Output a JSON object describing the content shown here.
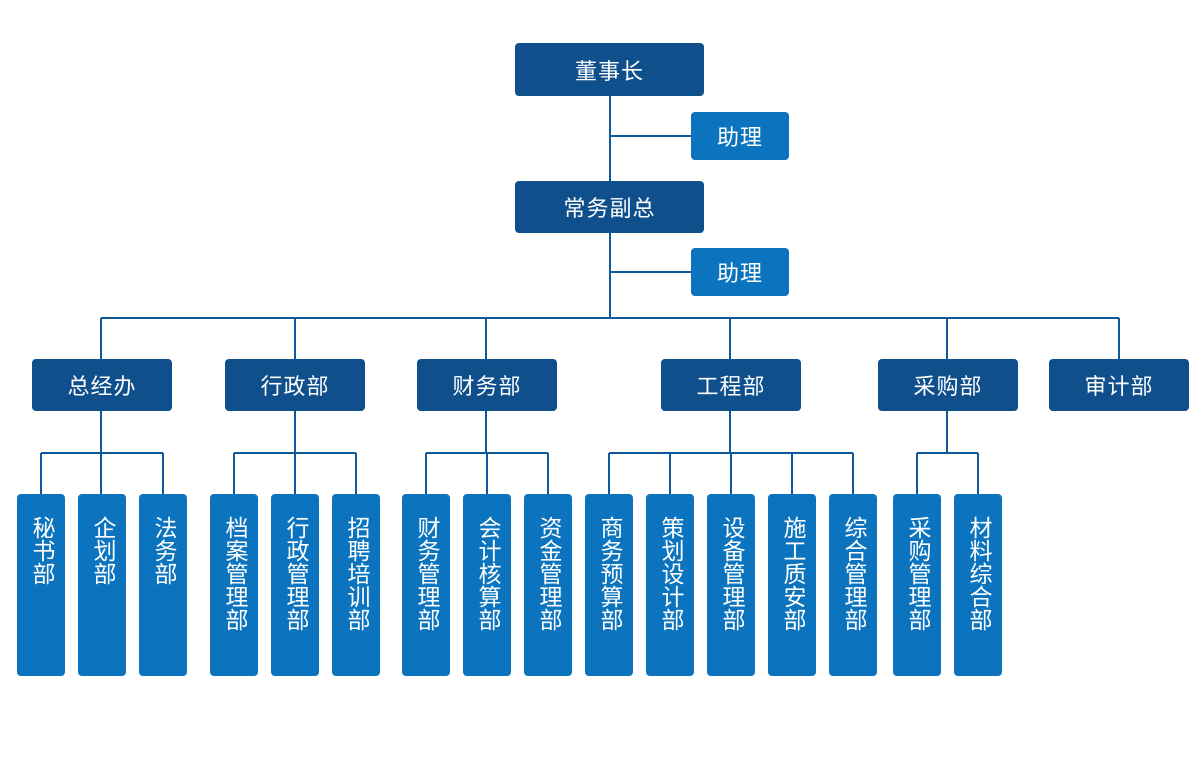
{
  "chairman": "董事长",
  "assistant1": "助理",
  "vp": "常务副总",
  "assistant2": "助理",
  "departments": [
    {
      "name": "总经办",
      "subs": [
        "秘书部",
        "企划部",
        "法务部"
      ]
    },
    {
      "name": "行政部",
      "subs": [
        "档案管理部",
        "行政管理部",
        "招聘培训部"
      ]
    },
    {
      "name": "财务部",
      "subs": [
        "财务管理部",
        "会计核算部",
        "资金管理部"
      ]
    },
    {
      "name": "工程部",
      "subs": [
        "商务预算部",
        "策划设计部",
        "设备管理部",
        "施工质安部",
        "综合管理部"
      ]
    },
    {
      "name": "采购部",
      "subs": [
        "采购管理部",
        "材料综合部"
      ]
    },
    {
      "name": "审计部",
      "subs": []
    }
  ],
  "colors": {
    "primary": "#0f4f8c",
    "secondary": "#0c74be",
    "line": "#0f5a9c"
  }
}
